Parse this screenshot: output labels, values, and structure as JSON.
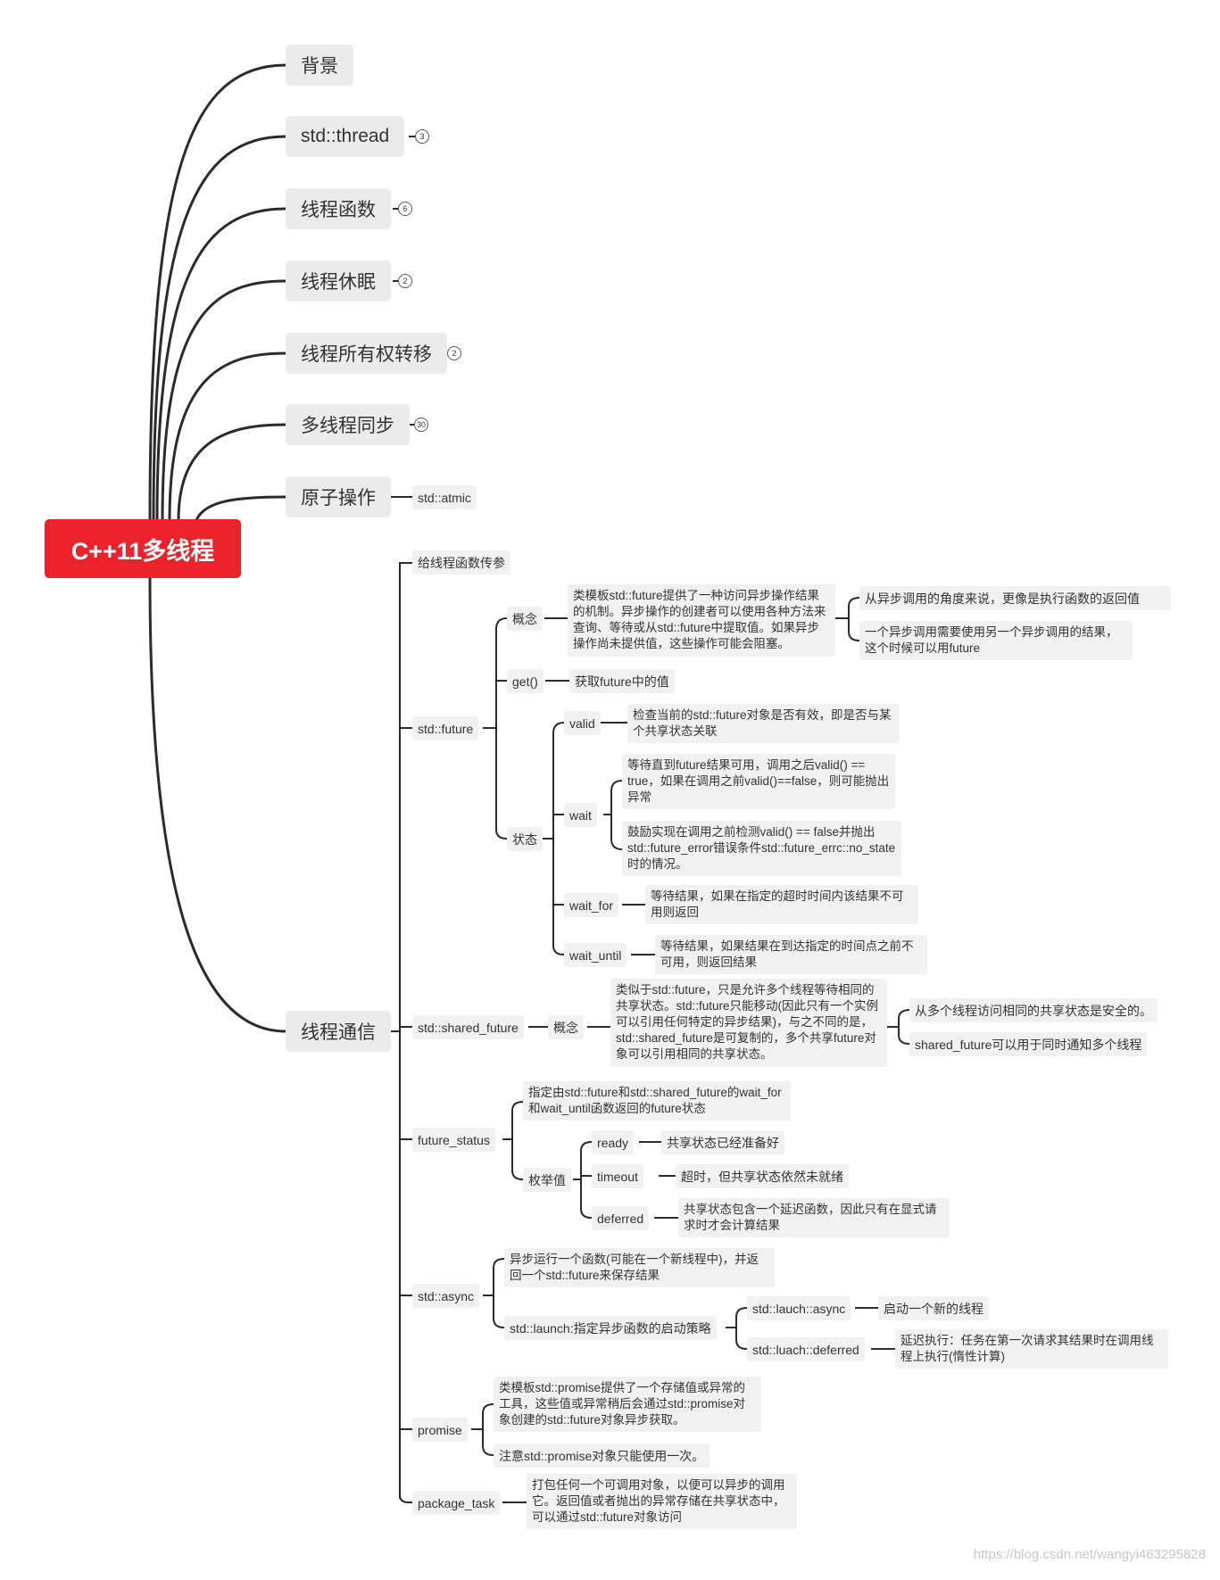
{
  "root": "C++11多线程",
  "topics": {
    "bg": "背景",
    "thread": "std::thread",
    "func": "线程函数",
    "sleep": "线程休眠",
    "owner": "线程所有权转移",
    "sync": "多线程同步",
    "atomic": "原子操作",
    "comm": "线程通信"
  },
  "badges": {
    "thread": "3",
    "func": "6",
    "sleep": "2",
    "owner": "2",
    "sync": "30"
  },
  "atomic_child": "std::atmic",
  "comm": {
    "pass_args": "给线程函数传参",
    "future": {
      "label": "std::future",
      "concept": "概念",
      "concept_text": "类模板std::future提供了一种访问异步操作结果的机制。异步操作的创建者可以使用各种方法来查询、等待或从std::future中提取值。如果异步操作尚未提供值，这些操作可能会阻塞。",
      "concept_note1": "从异步调用的角度来说，更像是执行函数的返回值",
      "concept_note2": "一个异步调用需要使用另一个异步调用的结果，这个时候可以用future",
      "get": "get()",
      "get_text": "获取future中的值",
      "state": "状态",
      "valid": "valid",
      "valid_text": "检查当前的std::future对象是否有效，即是否与某个共享状态关联",
      "wait": "wait",
      "wait_text1": "等待直到future结果可用，调用之后valid() == true，如果在调用之前valid()==false，则可能抛出异常",
      "wait_text2": "鼓励实现在调用之前检测valid() == false并抛出std::future_error错误条件std::future_errc::no_state时的情况。",
      "wait_for": "wait_for",
      "wait_for_text": "等待结果，如果在指定的超时时间内该结果不可用则返回",
      "wait_until": "wait_until",
      "wait_until_text": "等待结果，如果结果在到达指定的时间点之前不可用，则返回结果"
    },
    "shared": {
      "label": "std::shared_future",
      "concept": "概念",
      "concept_text": "类似于std::future，只是允许多个线程等待相同的共享状态。std::future只能移动(因此只有一个实例可以引用任何特定的异步结果)，与之不同的是，std::shared_future是可复制的，多个共享future对象可以引用相同的共享状态。",
      "note1": "从多个线程访问相同的共享状态是安全的。",
      "note2": "shared_future可以用于同时通知多个线程"
    },
    "status": {
      "label": "future_status",
      "desc": "指定由std::future和std::shared_future的wait_for和wait_until函数返回的future状态",
      "enum": "枚举值",
      "ready": "ready",
      "ready_text": "共享状态已经准备好",
      "timeout": "timeout",
      "timeout_text": "超时，但共享状态依然未就绪",
      "deferred": "deferred",
      "deferred_text": "共享状态包含一个延迟函数，因此只有在显式请求时才会计算结果"
    },
    "async": {
      "label": "std::async",
      "desc": "异步运行一个函数(可能在一个新线程中)，并返回一个std::future来保存结果",
      "launch": "std::launch:指定异步函数的启动策略",
      "launch_async": "std::lauch::async",
      "launch_async_text": "启动一个新的线程",
      "launch_deferred": "std::luach::deferred",
      "launch_deferred_text": "延迟执行：任务在第一次请求其结果时在调用线程上执行(惰性计算)"
    },
    "promise": {
      "label": "promise",
      "text1": "类模板std::promise提供了一个存储值或异常的工具，这些值或异常稍后会通过std::promise对象创建的std::future对象异步获取。",
      "text2": "注意std::promise对象只能使用一次。"
    },
    "package": {
      "label": "package_task",
      "text": "打包任何一个可调用对象，以便可以异步的调用它。返回值或者抛出的异常存储在共享状态中，可以通过std::future对象访问"
    }
  },
  "watermark": "https://blog.csdn.net/wangyi463295828",
  "colors": {
    "root": "#e9222b",
    "node_bg": "#f1f1f1",
    "line": "#333333"
  }
}
